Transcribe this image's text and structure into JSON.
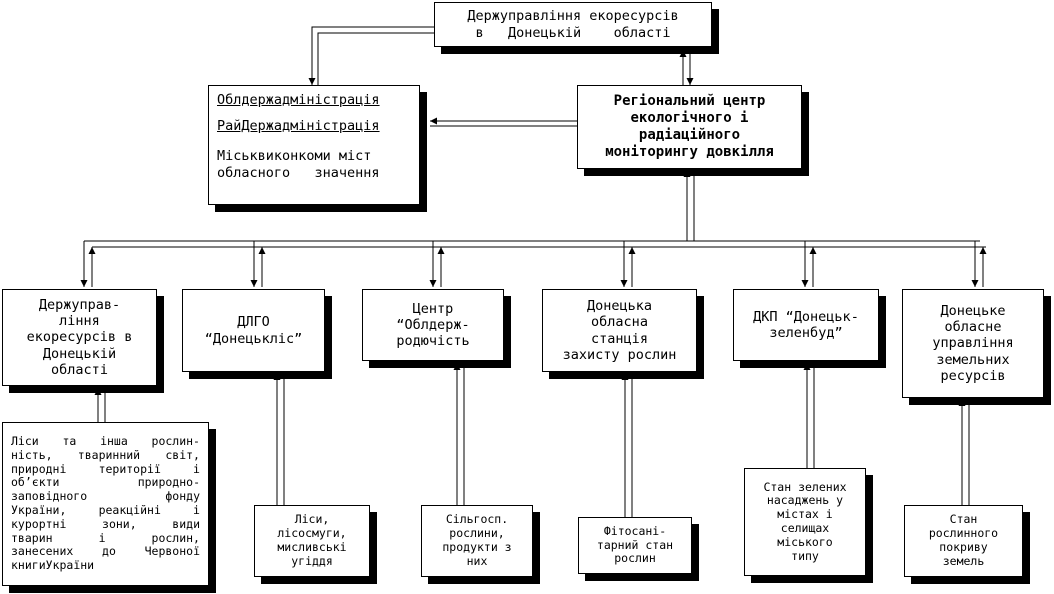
{
  "diagram": {
    "top": {
      "lines": [
        "Держуправління екоресурсів",
        "в   Донецькій    області"
      ]
    },
    "admin": {
      "oblast": "Облдержадміністрація",
      "raion": "РайДержадміністрація",
      "cities_l1": "Міськвиконкоми міст",
      "cities_l2": "обласного   значення"
    },
    "center": {
      "lines": [
        "Регіональний центр",
        "екологічного і",
        "радіаційного",
        "моніторингу довкілля"
      ]
    },
    "units": [
      {
        "lines": [
          "Держуправ-",
          "ління",
          "екоресурсів в",
          "Донецькій",
          "області"
        ]
      },
      {
        "lines": [
          "ДЛГО",
          "“Донецькліс”"
        ]
      },
      {
        "lines": [
          "Центр",
          "“Облдерж-",
          "родючість"
        ]
      },
      {
        "lines": [
          "Донецька",
          "обласна",
          "станція",
          "захисту рослин"
        ]
      },
      {
        "lines": [
          "ДКП “Донецьк-",
          "зеленбуд”"
        ]
      },
      {
        "lines": [
          "Донецьке",
          "обласне",
          "управління",
          "земельних",
          "ресурсів"
        ]
      }
    ],
    "objects": [
      {
        "lines": [
          "Ліси та інша рослин-",
          "ність, тваринний світ,",
          "природні території і",
          "об’єкти      природно-",
          "заповідного     фонду",
          "України, реакційні і",
          "курортні зони, види",
          "тварин  і  рослин,",
          "занесених до Червоної",
          "книги України"
        ]
      },
      {
        "lines": [
          "Ліси,",
          "лісосмуги,",
          "мисливські",
          "угіддя"
        ]
      },
      {
        "lines": [
          "Сільгосп.",
          "рослини,",
          "продукти з",
          "них"
        ]
      },
      {
        "lines": [
          "Фітосані-",
          "тарний стан",
          "рослин"
        ]
      },
      {
        "lines": [
          "Стан зелених",
          "насаджень у",
          "містах і",
          "селищах",
          "міського",
          "типу"
        ]
      },
      {
        "lines": [
          "Стан",
          "рослинного",
          "покриву",
          "земель"
        ]
      }
    ]
  }
}
